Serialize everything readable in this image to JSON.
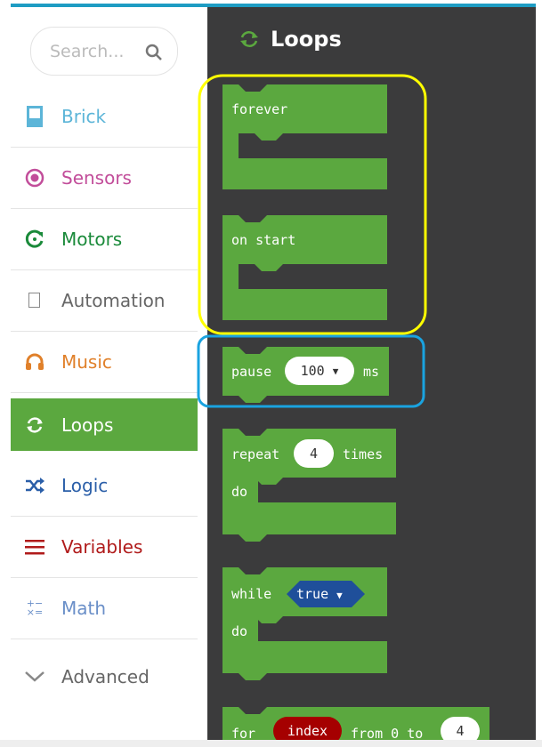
{
  "search": {
    "placeholder": "Search..."
  },
  "sidebar": {
    "items": [
      {
        "label": "Brick",
        "color": "#5cb5d8",
        "icon": "brick-icon"
      },
      {
        "label": "Sensors",
        "color": "#c24d9a",
        "icon": "sensor-icon"
      },
      {
        "label": "Motors",
        "color": "#1a8a3a",
        "icon": "motor-icon"
      },
      {
        "label": "Automation",
        "color": "#666666",
        "icon": "automation-icon"
      },
      {
        "label": "Music",
        "color": "#e0802a",
        "icon": "headphones-icon"
      },
      {
        "label": "Loops",
        "color": "#5ba83f",
        "icon": "loop-icon"
      },
      {
        "label": "Logic",
        "color": "#2a5ea8",
        "icon": "shuffle-icon"
      },
      {
        "label": "Variables",
        "color": "#b01a1a",
        "icon": "list-icon"
      },
      {
        "label": "Math",
        "color": "#6a8fc8",
        "icon": "math-icon"
      },
      {
        "label": "Advanced",
        "color": "#666666",
        "icon": "chevron-down-icon"
      }
    ]
  },
  "flyout": {
    "title": "Loops"
  },
  "blocks": {
    "forever": "forever",
    "on_start": "on start",
    "pause": {
      "label": "pause",
      "value": "100",
      "unit": "ms"
    },
    "repeat": {
      "label": "repeat",
      "value": "4",
      "unit": "times",
      "do": "do"
    },
    "while": {
      "label": "while",
      "value": "true",
      "do": "do"
    },
    "for": {
      "label": "for",
      "var": "index",
      "from": "from 0 to",
      "value": "4"
    }
  },
  "colors": {
    "block": "#5ba83f",
    "flyout": "#3b3b3c",
    "variable": "#a50000",
    "boolean": "#1f4f9a",
    "highlight_yellow": "#ffff00",
    "highlight_blue": "#1aa3e0"
  }
}
